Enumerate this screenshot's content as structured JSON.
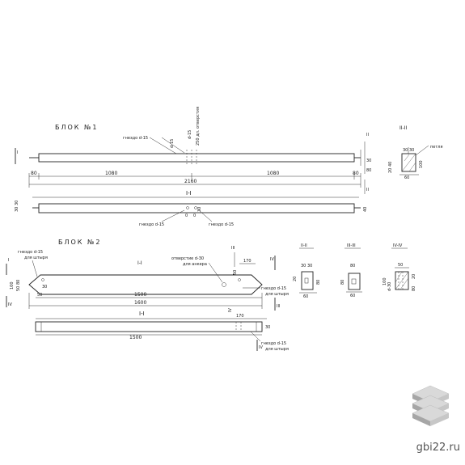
{
  "block1": {
    "title": "БЛОК №1",
    "hole_label": "гнездо d-15",
    "hole_label_small": "гнездо d-15",
    "hole_label_right": "гнездо d-15",
    "vertical_note_1": "d-15",
    "vertical_note_2": "250 дл. отверстия",
    "dim_left": "80",
    "dim_left_half": "1080",
    "dim_right_half": "1080",
    "dim_right": "80",
    "dim_total": "2160",
    "section_mark_left": "I",
    "section_mark_right": "II",
    "section_mark_bottom": "II",
    "section_mark_bottom2": "II",
    "plan_label": "I-I",
    "plan_dim_left": "30 30",
    "plan_dim_right": "40",
    "plan_mid_dim_1": "0",
    "plan_mid_dim_2": "0",
    "plan_mid_dim_3": "30",
    "side_dim_1": "30",
    "side_dim_2": "80",
    "section_title": "II-II",
    "section_tag": "петля",
    "section_dim_top": "30 30",
    "section_dim_side_1": "20 40",
    "section_dim_side_2": "100",
    "section_dim_bottom": "60"
  },
  "block2": {
    "title": "БЛОК №2",
    "hole_label_left_1": "гнездо d-15",
    "hole_label_left_2": "для штыря",
    "opening_label_1": "отверстие d-30",
    "opening_label_2": "для анкера",
    "hole_label_mid_1": "гнездо d-15",
    "hole_label_mid_2": "для штыря",
    "hole_label_bottom_1": "гнездо d-15",
    "hole_label_bottom_2": "для штыря",
    "section_ref_top": "I-I",
    "mark_left": "I",
    "mark_top": "III",
    "mark_right": "IV",
    "mark_right2": "III",
    "mark_bottom": "IV",
    "mark_lower": "IV",
    "left_dims": "100",
    "left_dims_2": "50 80",
    "left_dims_3": "30",
    "dim_170": "170",
    "dim_50_right": "50",
    "dim_50_left": "50",
    "dim_1500": "1500",
    "dim_1600": "1600",
    "dim_small_right": "30",
    "plan_title": "I-I",
    "plan_dim_170": "170",
    "plan_dim_1500": "1500",
    "plan_dim_30": "30",
    "plan_mark": "IV",
    "plan_mark_2": "IV",
    "sec_a_title": "II-II",
    "sec_a_dim_top": "30 30",
    "sec_a_dim_side": "80",
    "sec_a_dim_side_2": "20",
    "sec_a_dim_bottom": "60",
    "sec_b_title": "III-III",
    "sec_b_dim_top": "80",
    "sec_b_dim_side": "80",
    "sec_b_dim_bottom": "60",
    "sec_c_title": "IV-IV",
    "sec_c_dim_top": "50",
    "sec_c_dim_side": "100",
    "sec_c_dim_side_2": "d-30",
    "sec_c_dim_side_3": "20",
    "sec_c_dim_side_4": "80"
  },
  "watermark": {
    "site": "gbi22.ru",
    "icon": "stacked-slabs-icon"
  }
}
